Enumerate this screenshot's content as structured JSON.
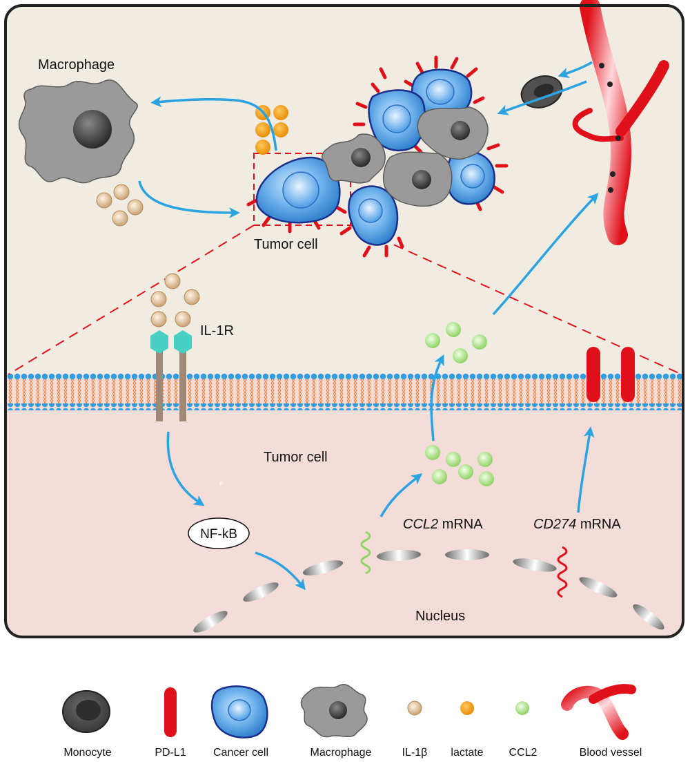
{
  "labels": {
    "macrophage": "Macrophage",
    "tumor_cell_top": "Tumor cell",
    "il1r": "IL-1R",
    "tumor_cell_inner": "Tumor cell",
    "p_mark": "P",
    "nfkb": "NF-kB",
    "ccl2_gene": "CCL2",
    "cd274_gene": "CD274",
    "mrna_suffix": " mRNA",
    "nucleus": "Nucleus"
  },
  "legend": {
    "items": [
      {
        "label": "Monocyte",
        "icon": "monocyte-icon"
      },
      {
        "label": "PD-L1",
        "icon": "pdl1-icon"
      },
      {
        "label": "Cancer cell",
        "icon": "cancer-cell-icon"
      },
      {
        "label": "Macrophage",
        "icon": "macrophage-icon"
      },
      {
        "label": "IL-1β",
        "icon": "il1b-icon"
      },
      {
        "label": "lactate",
        "icon": "lactate-icon"
      },
      {
        "label": "CCL2",
        "icon": "ccl2-icon"
      },
      {
        "label": "Blood vessel",
        "icon": "blood-vessel-icon"
      }
    ]
  },
  "colors": {
    "frame_top": "#f1ece2",
    "frame_bottom": "#f4dcd8",
    "arrow": "#2aa3e0",
    "pdl1": "#e0101a",
    "cancer_cell": "#3d8fd8",
    "macrophage": "#9a9a9a",
    "il1b": "#d9b48a",
    "lactate": "#f59a10",
    "ccl2": "#9ad870",
    "membrane_head": "#2f9ee0",
    "membrane_tail": "#f07a30",
    "receptor": "#47cfc4"
  }
}
